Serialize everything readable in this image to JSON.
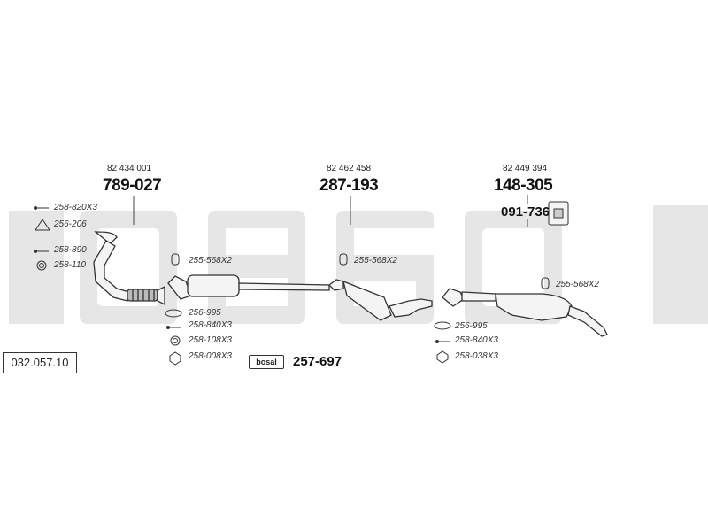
{
  "catalog_number": "032.057.10",
  "watermark_brand": "bosal",
  "logo_label": "bosal",
  "accent_color": "#e8e8e8",
  "assemblies": [
    {
      "oe": "82 434 001",
      "part": "789-027"
    },
    {
      "oe": "82 462 458",
      "part": "287-193"
    },
    {
      "oe": "82 449 394",
      "part": "148-305"
    }
  ],
  "bracket_part": "091-736",
  "mounting_kit": "257-697",
  "front_parts": [
    "258-820X3",
    "256-206",
    "258-890",
    "258-110"
  ],
  "middle_parts": [
    "255-568X2",
    "256-995",
    "258-840X3",
    "258-108X3",
    "258-008X3"
  ],
  "center_clamp": "255-568X2",
  "rear_parts": [
    "255-568X2",
    "256-995",
    "258-840X3",
    "258-038X3"
  ]
}
